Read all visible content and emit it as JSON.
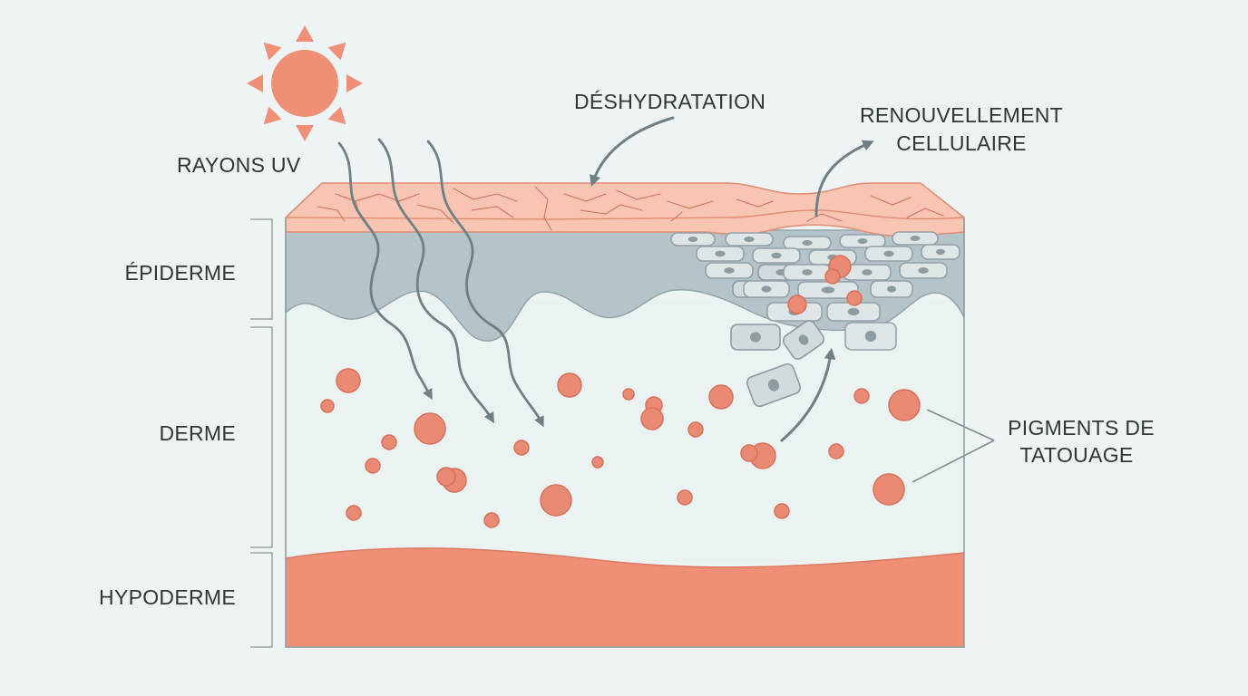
{
  "labels": {
    "uv": "RAYONS UV",
    "dehydration": "DÉSHYDRATATION",
    "renewal": [
      "RENOUVELLEMENT",
      "CELLULAIRE"
    ],
    "pigments": [
      "PIGMENTS DE",
      "TATOUAGE"
    ],
    "layers": {
      "epidermis": "ÉPIDERME",
      "dermis": "DERME",
      "hypodermis": "HYPODERME"
    }
  },
  "colors": {
    "background": "#edf4f3",
    "sun": "#ef8f76",
    "pigment": "#e98a75",
    "hypodermis": "#ef8f76",
    "epidermis": "#b4c4c8",
    "surface": "#f7c5b2",
    "arrows": "#6f8085"
  }
}
